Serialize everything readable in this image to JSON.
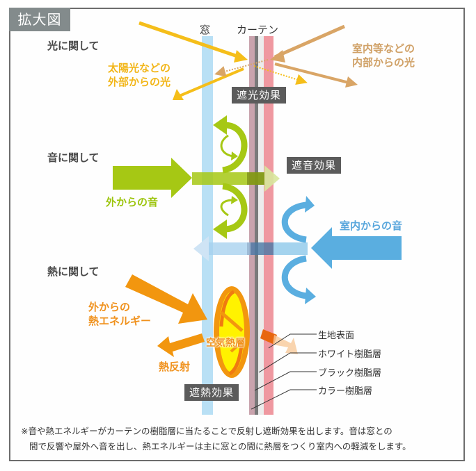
{
  "tag": "拡大図",
  "headers": {
    "window": "窓",
    "curtain": "カーテン"
  },
  "sections": {
    "light": {
      "title": "光に関して",
      "outside_label": [
        "太陽光などの",
        "外部からの光"
      ],
      "inside_label": [
        "室内等などの",
        "内部からの光"
      ],
      "effect": "遮光効果"
    },
    "sound": {
      "title": "音に関して",
      "outside_label": "外からの音",
      "inside_label": "室内からの音",
      "effect": "遮音効果"
    },
    "heat": {
      "title": "熱に関して",
      "outside_label": [
        "外からの",
        "熱エネルギー"
      ],
      "reflect_label": "熱反射",
      "air_layer": "空気熱層",
      "effect": "遮熱効果"
    }
  },
  "layers": [
    "生地表面",
    "ホワイト樹脂層",
    "ブラック樹脂層",
    "カラー樹脂層"
  ],
  "note": [
    "※音や熱エネルギーがカーテンの樹脂層に当たることで反射し遮断効果を出します。音は窓との",
    "間で反響や屋外へ音を出し、熱エネルギーは主に窓との間に熱層をつくり室内への軽減をします。"
  ],
  "colors": {
    "window": "#b9e0f5",
    "curtain_surface": "#c9a3ad",
    "black_resin": "#7a7a7a",
    "white_resin": "#ececec",
    "color_resin": "#ef98a0",
    "light_outside": "#f5be1a",
    "light_inside": "#d9a566",
    "sound_outside": "#a6c814",
    "sound_inside": "#5aaee0",
    "heat": "#f2960f",
    "air_layer": "#fff200"
  }
}
